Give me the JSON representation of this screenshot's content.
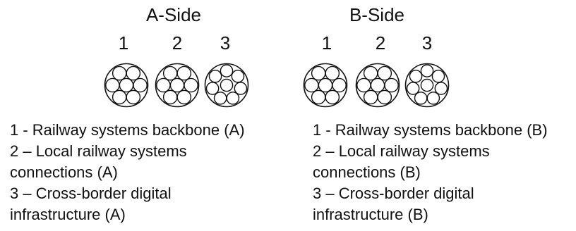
{
  "sides": [
    {
      "title": "A-Side",
      "numbers": [
        "1",
        "2",
        "3"
      ],
      "legend": [
        "1  - Railway systems backbone (A)",
        "2 – Local railway systems",
        "connections (A)",
        "3 – Cross-border digital",
        "infrastructure (A)"
      ]
    },
    {
      "title": "B-Side",
      "numbers": [
        "1",
        "2",
        "3"
      ],
      "legend": [
        "1  - Railway systems backbone (B)",
        "2 –  Local railway systems",
        "connections  (B)",
        "3 –  Cross-border digital",
        "infrastructure (B)"
      ]
    }
  ],
  "bundles": {
    "colors": {
      "stroke": "#111111",
      "fill": "#ffffff"
    },
    "fiber_counts": [
      7,
      7,
      8,
      7,
      7,
      8
    ]
  }
}
